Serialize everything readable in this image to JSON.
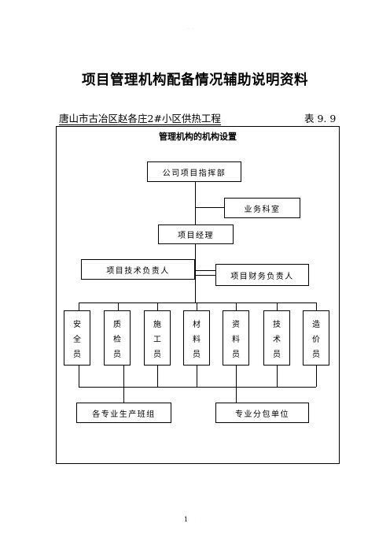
{
  "header_mark": "........",
  "title": "项目管理机构配备情况辅助说明资料",
  "project_name": "唐山市古冶区赵各庄2#小区供热工程",
  "table_no": "表 9. 9",
  "chart_title": "管理机构的机构设置",
  "org": {
    "top": "公司项目指挥部",
    "office": "业务科室",
    "manager": "项目经理",
    "tech_lead": "项目技术负责人",
    "finance_lead": "项目财务负责人",
    "roles": [
      {
        "chars": [
          "安",
          "全",
          "员"
        ]
      },
      {
        "chars": [
          "质",
          "检",
          "员"
        ]
      },
      {
        "chars": [
          "施",
          "工",
          "员"
        ]
      },
      {
        "chars": [
          "材",
          "料",
          "员"
        ]
      },
      {
        "chars": [
          "资",
          "料",
          "员"
        ]
      },
      {
        "chars": [
          "技",
          "术",
          "员"
        ]
      },
      {
        "chars": [
          "造",
          "价",
          "员"
        ]
      }
    ],
    "teams": "各专业生产班组",
    "subcontract": "专业分包单位"
  },
  "page_number": "1",
  "page_mark": ". . ."
}
